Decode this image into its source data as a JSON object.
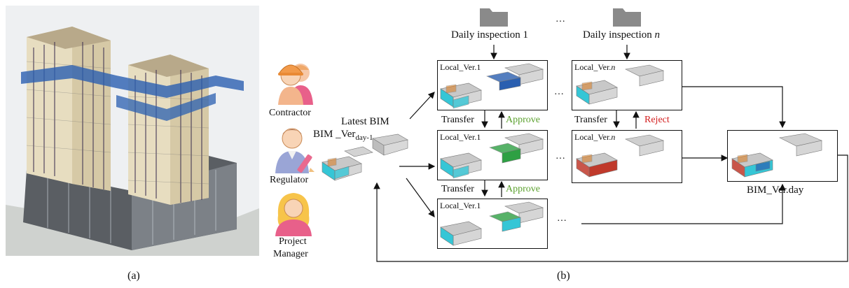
{
  "panel_a": {
    "caption": "(a)"
  },
  "panel_b": {
    "caption": "(b)"
  },
  "roles": [
    {
      "label": "Contractor",
      "icon": "contractor-icon"
    },
    {
      "label": "Regulator",
      "icon": "regulator-icon"
    },
    {
      "label": [
        "Project",
        "Manager"
      ],
      "icon": "project-manager-icon"
    }
  ],
  "latest_bim": {
    "label": "Latest BIM",
    "version_main": "BIM _Ver",
    "version_sub": "day-1"
  },
  "inspections": [
    {
      "label": "Daily inspection 1"
    },
    {
      "label_prefix": "Daily inspection ",
      "label_var": "n"
    }
  ],
  "local_versions": [
    {
      "label": "Local_Ver.1"
    },
    {
      "label_prefix": "Local_Ver.",
      "label_var": "n"
    }
  ],
  "transitions": {
    "transfer": "Transfer",
    "approve": "Approve",
    "reject": "Reject"
  },
  "ellipsis": "…",
  "result": {
    "label": "BIM_Ver.day"
  },
  "colors": {
    "approve": "#5aa02c",
    "reject": "#d42020",
    "folder": "#8a8a8a",
    "highlight_blue": "#2a5fb0",
    "highlight_cyan": "#35c6d6",
    "highlight_green": "#2ea043",
    "highlight_red": "#c0392b",
    "highlight_orange": "#d9822b",
    "building_facade": "#e7ddc0"
  }
}
